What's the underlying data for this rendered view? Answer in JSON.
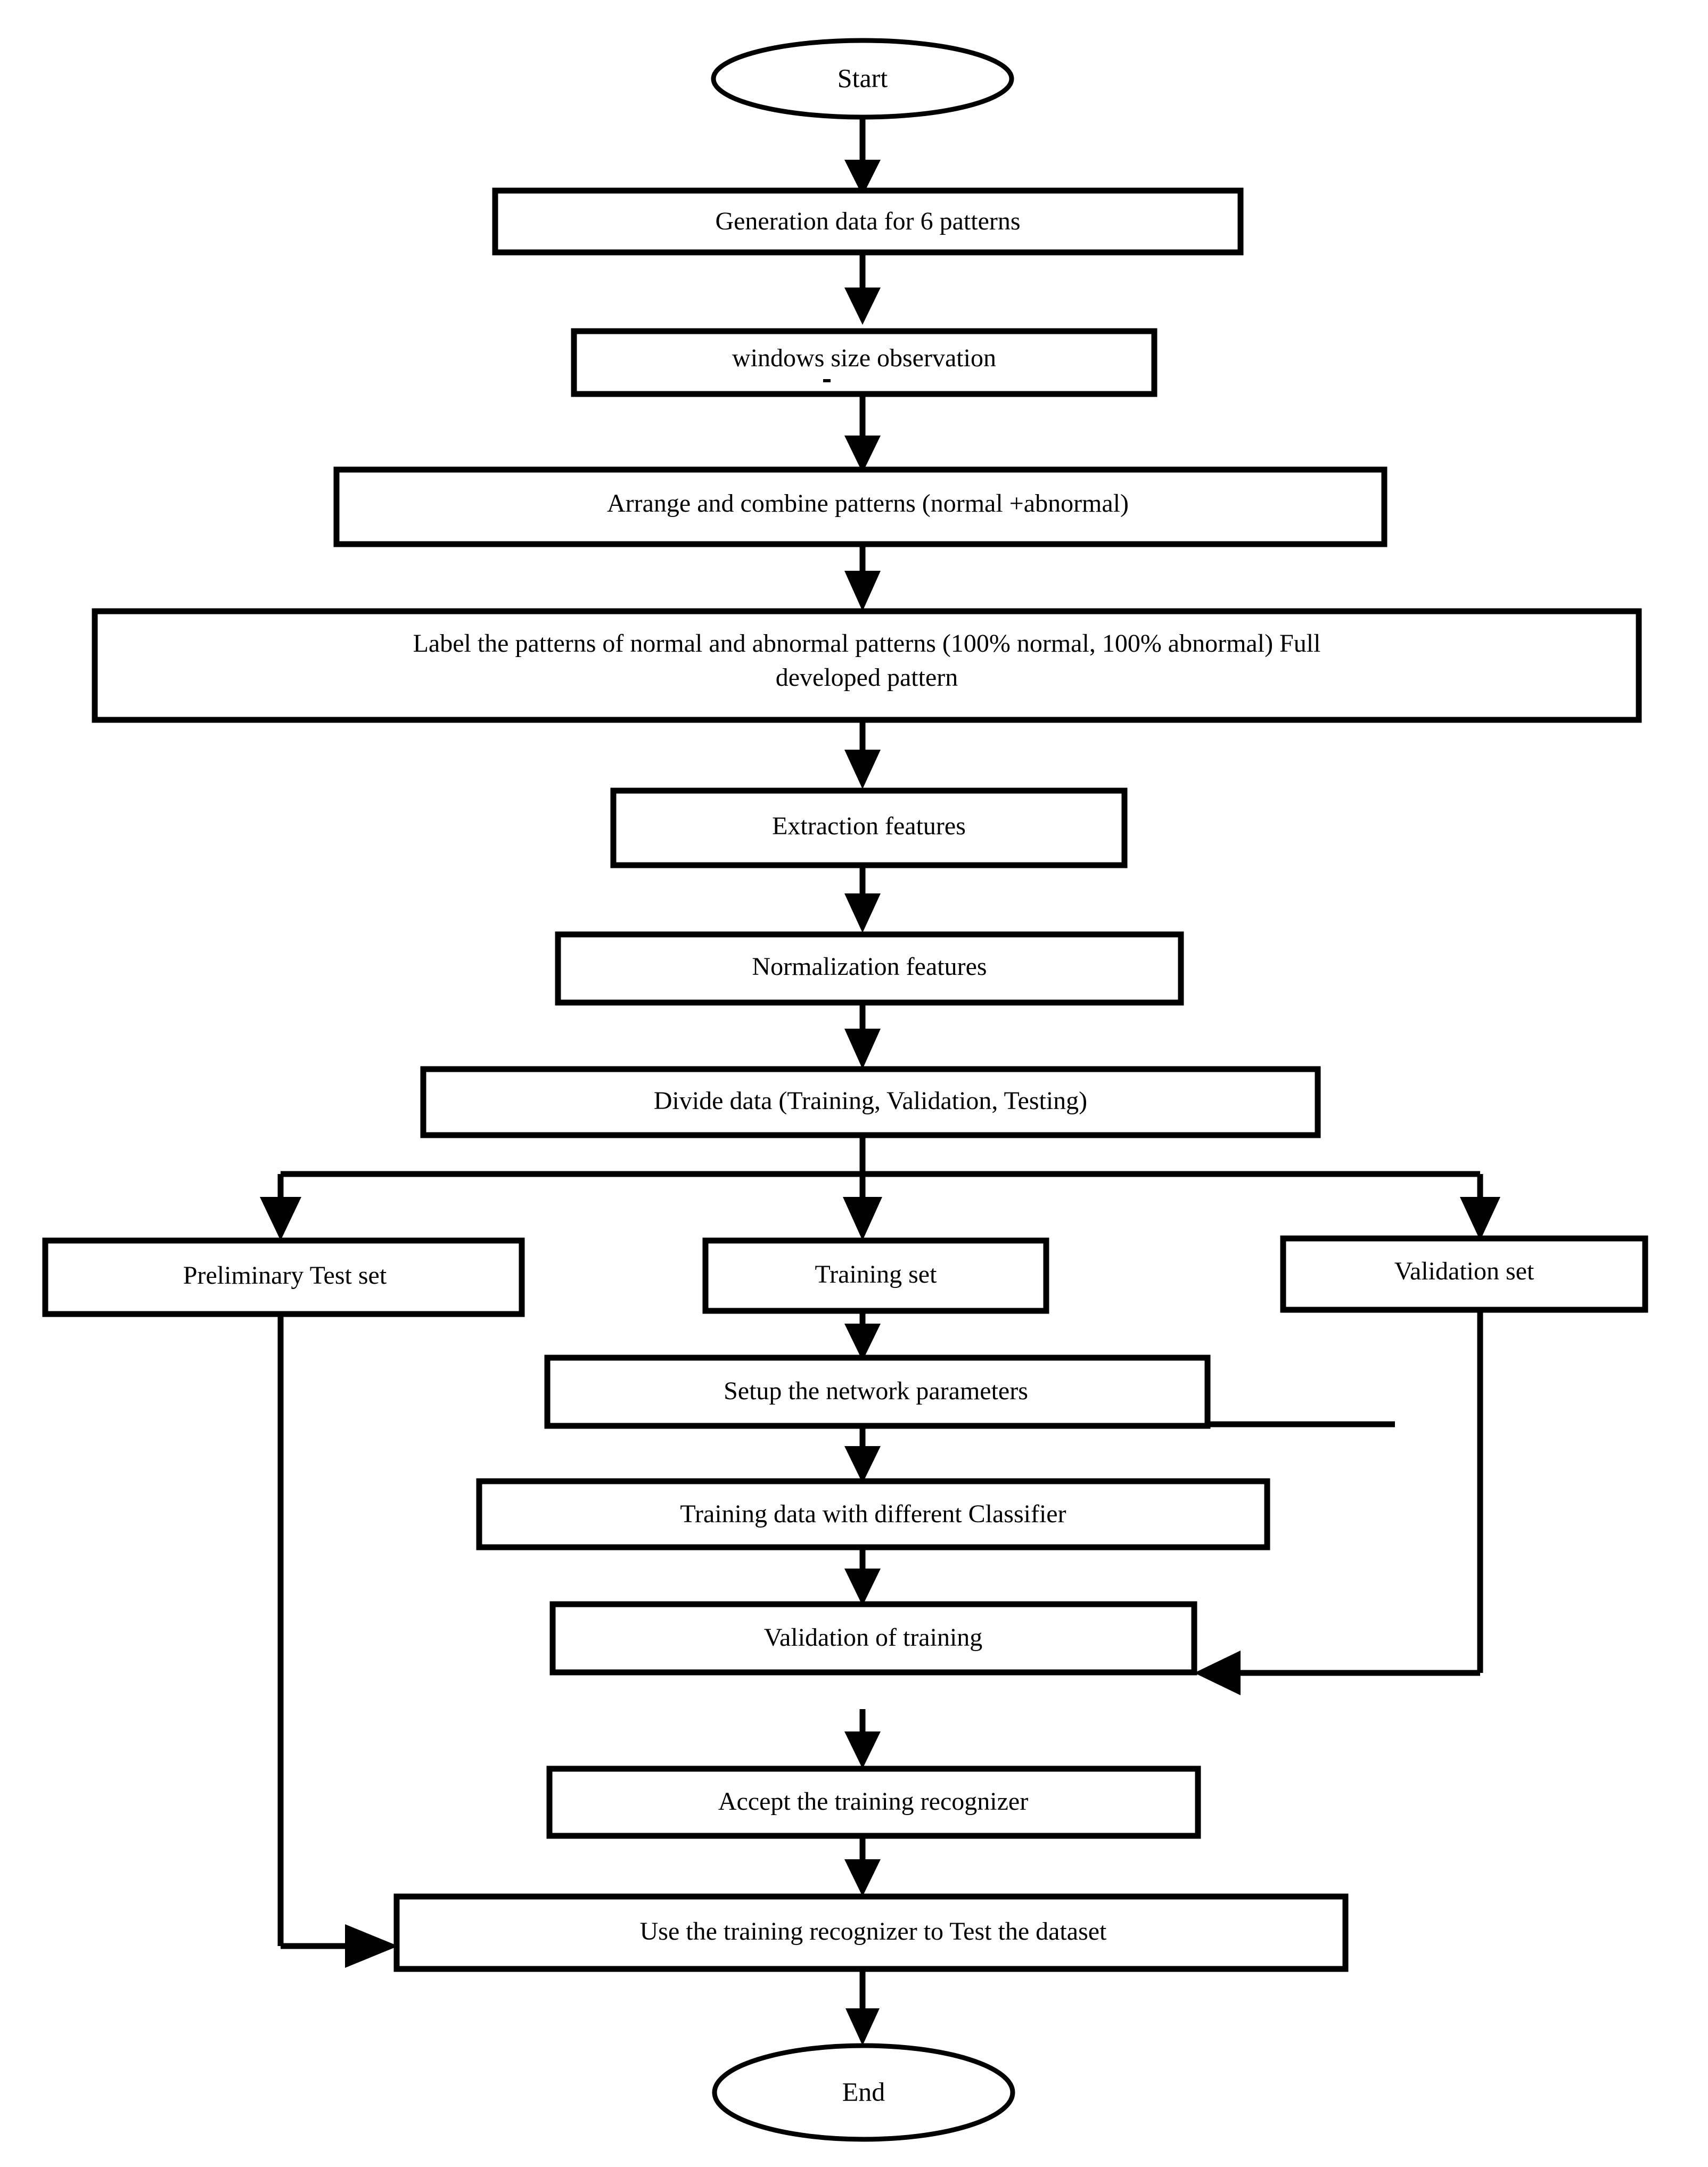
{
  "diagram": {
    "title": "Pattern recognition training and testing flowchart",
    "stroke_color": "#000000",
    "fill_color": "#ffffff",
    "background": "#ffffff"
  },
  "nodes": {
    "start": {
      "label": "Start",
      "shape": "ellipse"
    },
    "generation": {
      "label": "Generation data for 6 patterns",
      "shape": "rect"
    },
    "windows": {
      "label": "windows size observation",
      "shape": "rect"
    },
    "arrange": {
      "label": "Arrange and combine patterns (normal +abnormal)",
      "shape": "rect"
    },
    "label_patterns": {
      "line1": "Label the patterns of normal and abnormal patterns (100% normal, 100% abnormal) Full",
      "line2": "developed pattern",
      "shape": "rect"
    },
    "extraction": {
      "label": "Extraction features",
      "shape": "rect"
    },
    "normalization": {
      "label": "Normalization features",
      "shape": "rect"
    },
    "divide": {
      "label": "Divide data (Training, Validation, Testing)",
      "shape": "rect"
    },
    "prelim_test_set": {
      "label": "Preliminary Test set",
      "shape": "rect"
    },
    "training_set": {
      "label": "Training set",
      "shape": "rect"
    },
    "validation_set": {
      "label": "Validation set",
      "shape": "rect"
    },
    "setup_params": {
      "label": "Setup the network parameters",
      "shape": "rect"
    },
    "training_data": {
      "label": "Training data with different Classifier",
      "shape": "rect"
    },
    "validation_training": {
      "label": "Validation of training",
      "shape": "rect"
    },
    "accept": {
      "label": "Accept the training recognizer",
      "shape": "rect"
    },
    "use_recognizer": {
      "label": "Use the training recognizer to Test the dataset",
      "shape": "rect"
    },
    "end": {
      "label": "End",
      "shape": "ellipse"
    }
  },
  "edges": [
    {
      "from": "start",
      "to": "generation",
      "type": "vertical-arrow"
    },
    {
      "from": "generation",
      "to": "windows",
      "type": "vertical-arrow"
    },
    {
      "from": "windows",
      "to": "arrange",
      "type": "vertical-arrow"
    },
    {
      "from": "arrange",
      "to": "label_patterns",
      "type": "vertical-arrow"
    },
    {
      "from": "label_patterns",
      "to": "extraction",
      "type": "vertical-arrow"
    },
    {
      "from": "extraction",
      "to": "normalization",
      "type": "vertical-arrow"
    },
    {
      "from": "normalization",
      "to": "divide",
      "type": "vertical-arrow"
    },
    {
      "from": "divide",
      "to": "prelim_test_set",
      "type": "branch-left"
    },
    {
      "from": "divide",
      "to": "training_set",
      "type": "branch-center"
    },
    {
      "from": "divide",
      "to": "validation_set",
      "type": "branch-right"
    },
    {
      "from": "training_set",
      "to": "setup_params",
      "type": "vertical-arrow"
    },
    {
      "from": "setup_params",
      "to": "training_data",
      "type": "vertical-arrow"
    },
    {
      "from": "training_data",
      "to": "validation_training",
      "type": "vertical-arrow"
    },
    {
      "from": "validation_set",
      "to": "validation_training",
      "type": "elbow-left-arrow"
    },
    {
      "from": "validation_training",
      "to": "accept",
      "type": "vertical-arrow"
    },
    {
      "from": "accept",
      "to": "use_recognizer",
      "type": "vertical-arrow"
    },
    {
      "from": "prelim_test_set",
      "to": "use_recognizer",
      "type": "elbow-right-arrow"
    },
    {
      "from": "use_recognizer",
      "to": "end",
      "type": "vertical-arrow"
    }
  ]
}
